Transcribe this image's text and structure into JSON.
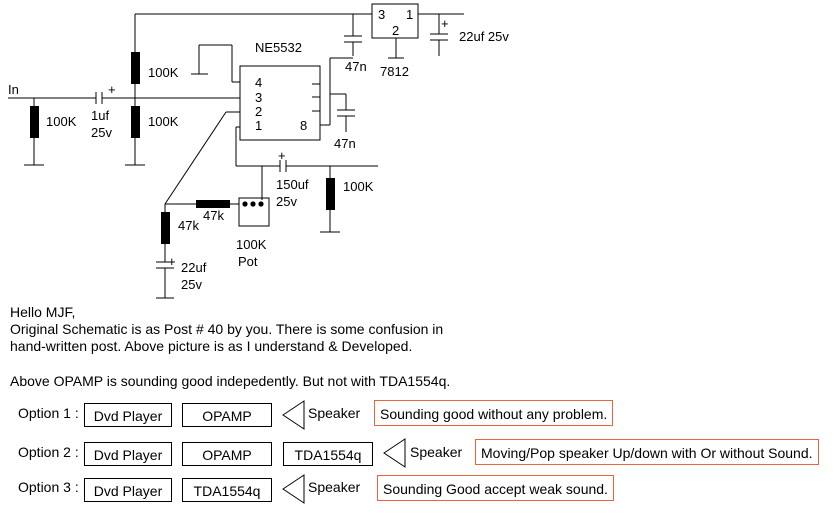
{
  "schematic": {
    "input_label": "In",
    "ic_name": "NE5532",
    "pins": [
      "4",
      "3",
      "2",
      "1",
      "8"
    ],
    "regulator_pins": [
      "3",
      "1",
      "2"
    ],
    "regulator_name": "7812",
    "res_bias_top": "100K",
    "res_bias_bot": "100K",
    "res_input": "100K",
    "res_output": "100K",
    "res_feedback_a": "47k",
    "res_feedback_b": "47k",
    "cap_input_value": "1uf",
    "cap_input_voltage": "25v",
    "cap_reg_small": "47n",
    "cap_reg_big_value": "22uf 25v",
    "cap_supply_small": "47n",
    "cap_output_value": "150uf",
    "cap_output_voltage": "25v",
    "cap_bottom_value": "22uf",
    "cap_bottom_voltage": "25v",
    "pot_value": "100K",
    "pot_label": "Pot",
    "polarity_mark": "+"
  },
  "message": {
    "greeting": "Hello MJF,",
    "line1": "Original Schematic is as Post # 40 by you. There is some confusion in",
    "line2": "hand-written post. Above picture is as I understand & Developed.",
    "line3": "Above OPAMP is sounding good indepedently. But not with TDA1554q."
  },
  "options": [
    {
      "label": "Option 1 :",
      "chain": [
        "Dvd Player",
        "OPAMP"
      ],
      "speaker": "Speaker",
      "comment": "Sounding good without any problem."
    },
    {
      "label": "Option 2 :",
      "chain": [
        "Dvd Player",
        "OPAMP",
        "TDA1554q"
      ],
      "speaker": "Speaker",
      "comment": "Moving/Pop speaker Up/down with Or without Sound."
    },
    {
      "label": "Option 3 :",
      "chain": [
        "Dvd Player",
        "TDA1554q"
      ],
      "speaker": "Speaker",
      "comment": "Sounding Good accept weak sound."
    }
  ],
  "colors": {
    "comment_border": "#e8643a",
    "ink": "#000000"
  }
}
